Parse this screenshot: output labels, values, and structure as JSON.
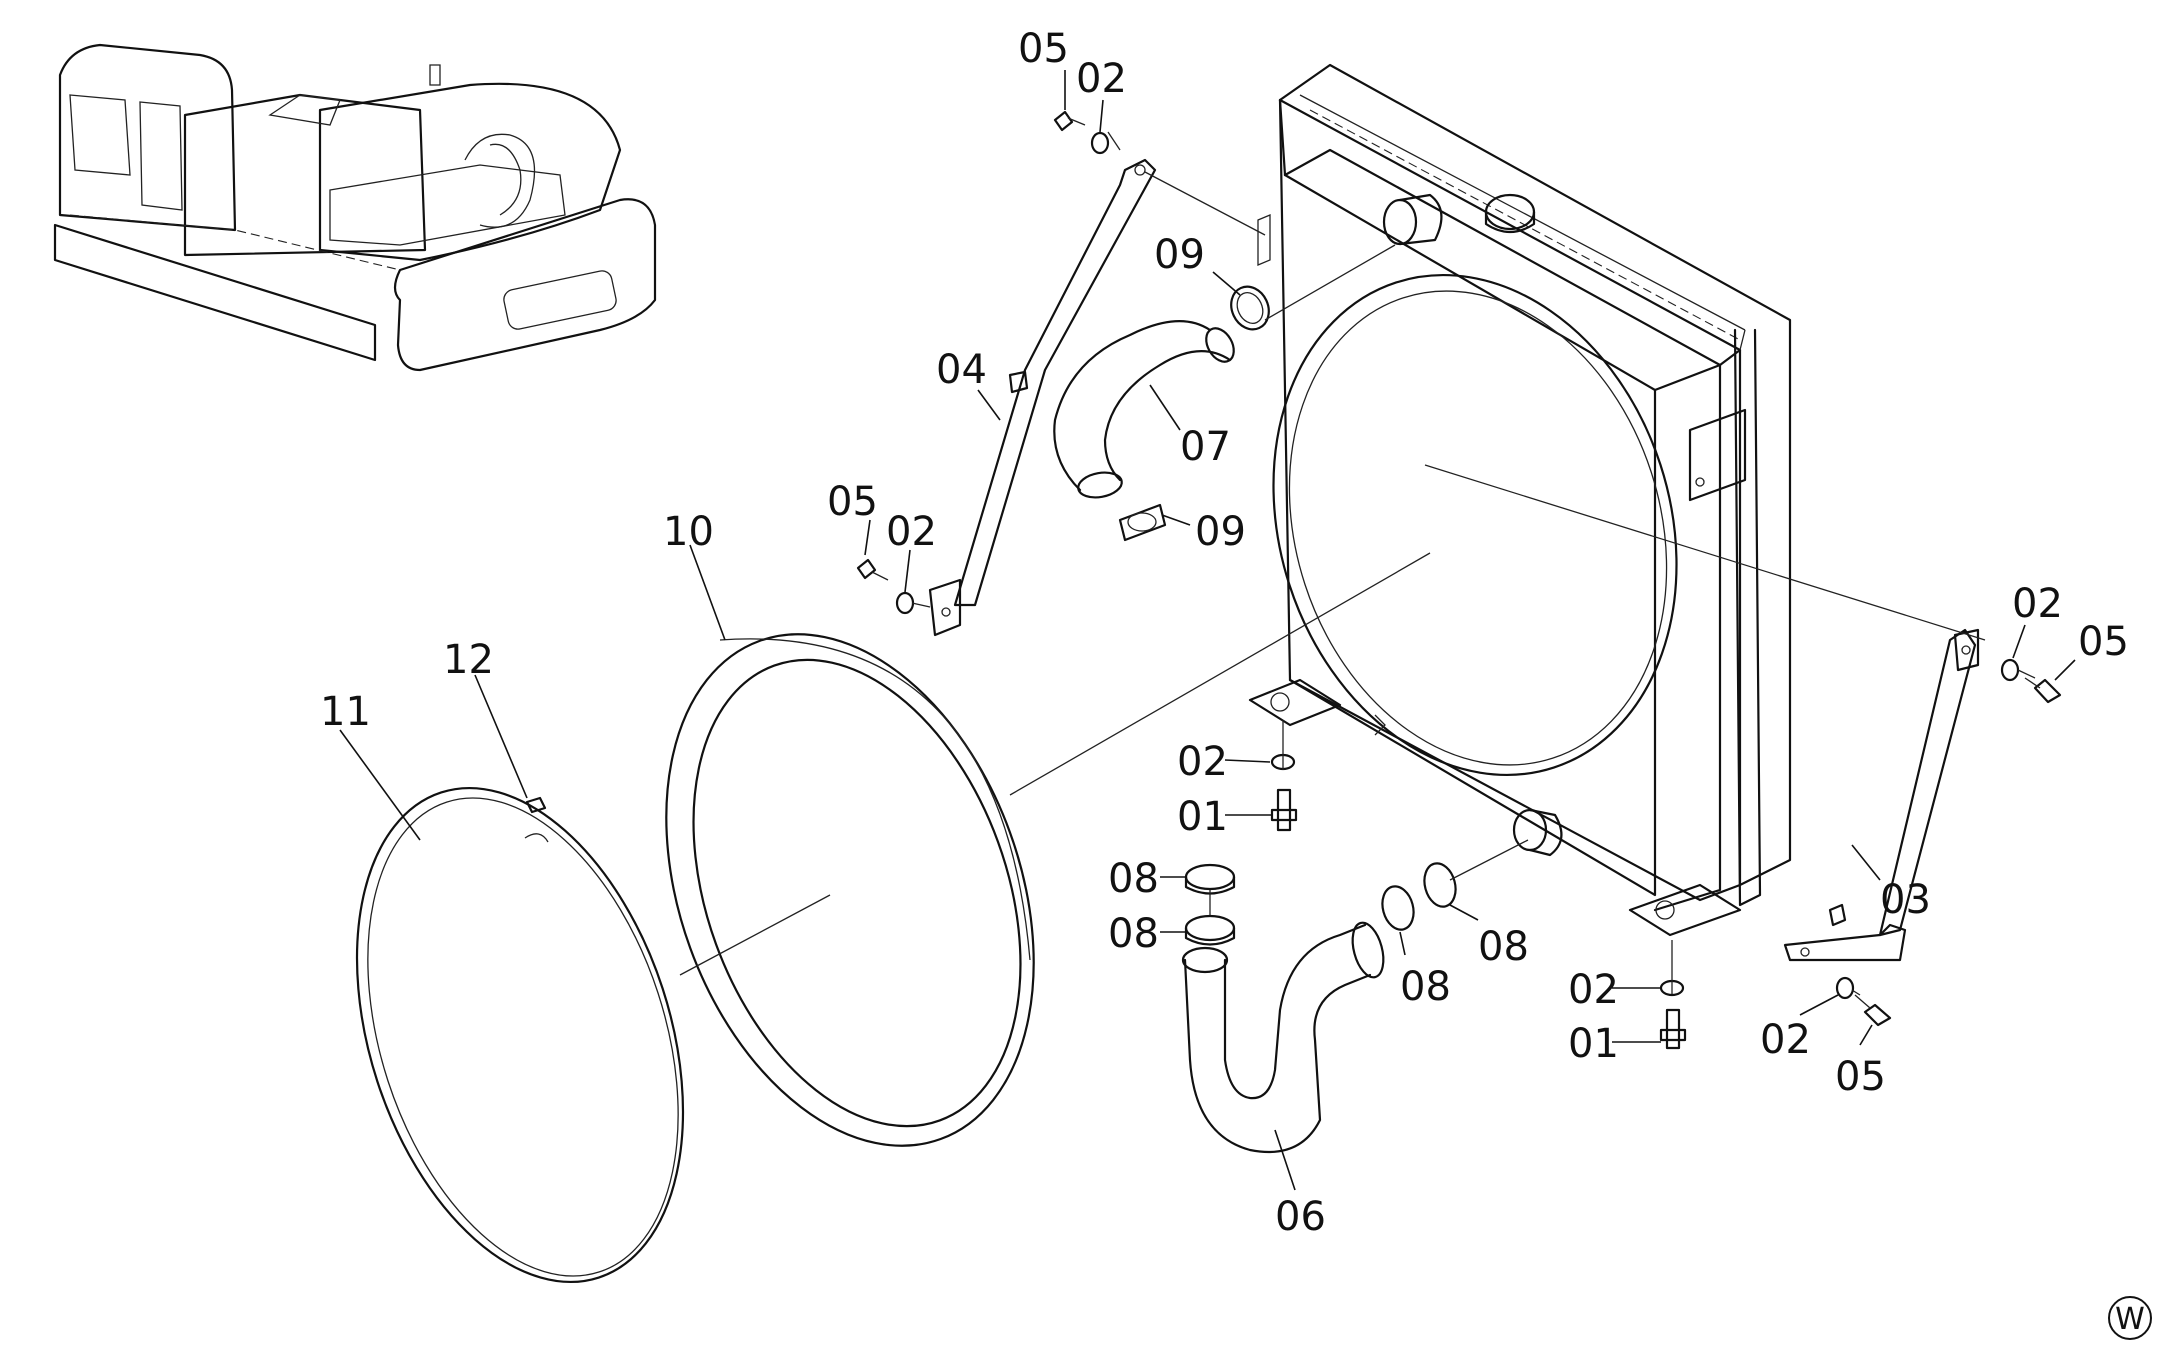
{
  "callouts": [
    {
      "id": "c-05-top",
      "text": "05"
    },
    {
      "id": "c-02-top",
      "text": "02"
    },
    {
      "id": "c-09-top",
      "text": "09"
    },
    {
      "id": "c-04",
      "text": "04"
    },
    {
      "id": "c-07",
      "text": "07"
    },
    {
      "id": "c-05-left",
      "text": "05"
    },
    {
      "id": "c-02-left",
      "text": "02"
    },
    {
      "id": "c-09-bottom",
      "text": "09"
    },
    {
      "id": "c-10",
      "text": "10"
    },
    {
      "id": "c-12",
      "text": "12"
    },
    {
      "id": "c-11",
      "text": "11"
    },
    {
      "id": "c-02-right",
      "text": "02"
    },
    {
      "id": "c-05-right",
      "text": "05"
    },
    {
      "id": "c-02-mid",
      "text": "02"
    },
    {
      "id": "c-01-mid",
      "text": "01"
    },
    {
      "id": "c-08-a",
      "text": "08"
    },
    {
      "id": "c-08-b",
      "text": "08"
    },
    {
      "id": "c-08-c",
      "text": "08"
    },
    {
      "id": "c-08-d",
      "text": "08"
    },
    {
      "id": "c-03",
      "text": "03"
    },
    {
      "id": "c-02-lower",
      "text": "02"
    },
    {
      "id": "c-01-lower",
      "text": "01"
    },
    {
      "id": "c-02-br",
      "text": "02"
    },
    {
      "id": "c-05-br",
      "text": "05"
    },
    {
      "id": "c-06",
      "text": "06"
    }
  ],
  "badge": {
    "text": "W"
  }
}
